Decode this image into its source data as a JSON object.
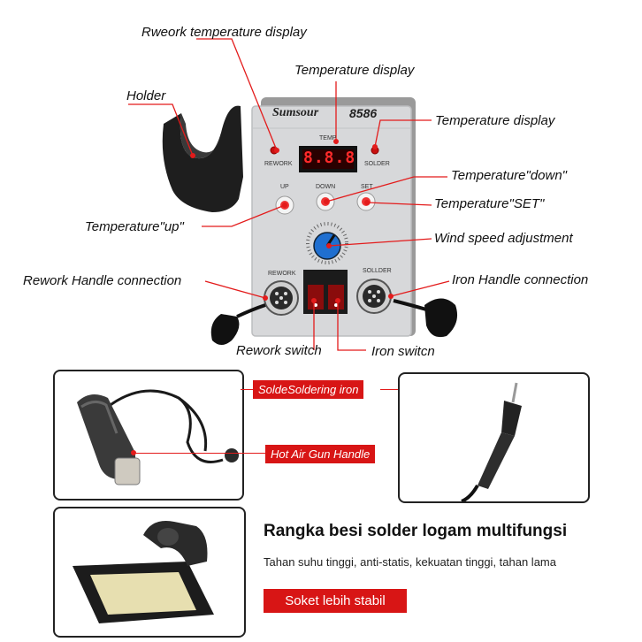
{
  "device": {
    "brand": "Sumsour",
    "model": "8586",
    "temp_label": "TEMP",
    "rework_label": "REWORK",
    "solder_label": "SOLDER",
    "up_label": "UP",
    "down_label": "DOWN",
    "set_label": "SET",
    "rework_port_label": "REWORK",
    "solder_port_label": "SOLLDER",
    "display_value": "8.8.8"
  },
  "callouts": {
    "rework_temp_display": "Rweork temperature display",
    "temp_display_center": "Temperature display",
    "holder": "Holder",
    "temp_display_right": "Temperature display",
    "temp_down": "Temperature\"down\"",
    "temp_set": "Temperature\"SET\"",
    "temp_up": "Temperature\"up\"",
    "wind_speed": "Wind speed adjustment",
    "rework_handle": "Rework Handle connection",
    "iron_handle": "Iron Handle connection",
    "rework_switch": "Rework switch",
    "iron_switch": "Iron switcn"
  },
  "tags": {
    "soldering_iron": "SoldeSoldering iron",
    "hot_air_gun": "Hot Air Gun Handle"
  },
  "product": {
    "title": "Rangka besi solder logam multifungsi",
    "subtitle": "Tahan suhu tinggi, anti-statis, kekuatan tinggi, tahan lama",
    "badge": "Soket lebih stabil"
  },
  "colors": {
    "accent": "#e31b1b",
    "badge": "#d81515"
  }
}
